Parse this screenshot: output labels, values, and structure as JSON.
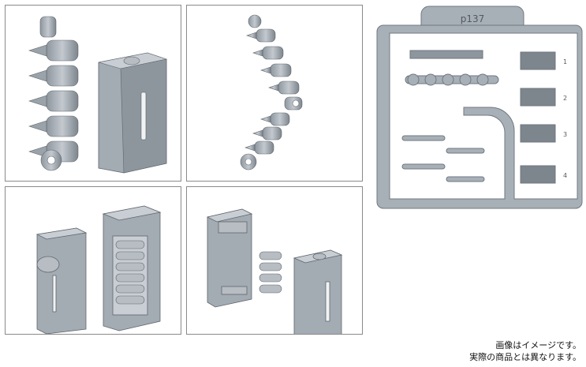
{
  "sprue": {
    "tag": "p137",
    "part_numbers": [
      "1",
      "2",
      "3",
      "4"
    ]
  },
  "caption": {
    "line1": "画像はイメージです。",
    "line2": "実際の商品とは異なります。"
  },
  "colors": {
    "part": "#a3abb3",
    "part_dark": "#6f7780",
    "part_light": "#c9ced4",
    "frame": "#8a8a8a"
  },
  "panels": [
    {
      "id": "bullet-belt-and-magazine-front"
    },
    {
      "id": "bullet-belt-curved"
    },
    {
      "id": "magazine-open-with-rounds"
    },
    {
      "id": "magazine-exploded-view"
    }
  ]
}
